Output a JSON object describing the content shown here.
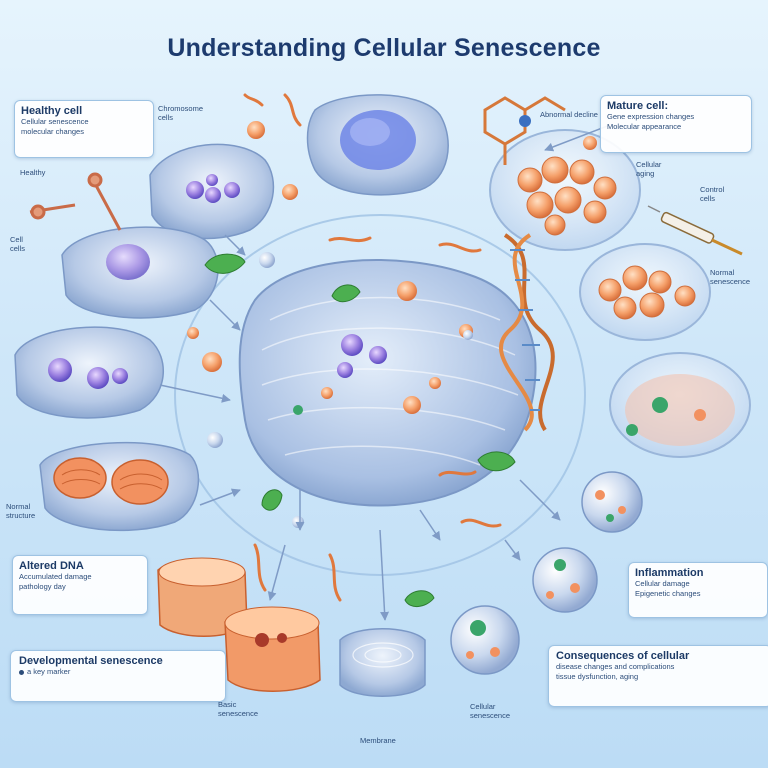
{
  "title": "Understanding Cellular Senescence",
  "callouts": {
    "healthy": {
      "heading": "Healthy cell",
      "body": [
        "Cellular senescence",
        "molecular changes"
      ]
    },
    "mature": {
      "heading": "Mature cell:",
      "body": [
        "Gene expression changes",
        "Molecular appearance"
      ]
    },
    "altered_dna": {
      "heading": "Altered DNA",
      "body": [
        "Accumulated damage",
        "pathology day"
      ]
    },
    "developmental": {
      "heading": "Developmental senescence",
      "body": [
        "a key marker"
      ]
    },
    "inflammation": {
      "heading": "Inflammation",
      "body": [
        "Cellular damage",
        "Epigenetic changes"
      ]
    },
    "consequences": {
      "heading": "Consequences of cellular",
      "body": [
        "disease changes and complications",
        "tissue dysfunction, aging"
      ]
    }
  },
  "labels": {
    "cell_upper_left": [
      "Cell",
      "cells"
    ],
    "healthy_small": [
      "Healthy"
    ],
    "center_top": [
      "Chromosome",
      "cells"
    ],
    "dna_upper": [
      "Abnormal decline"
    ],
    "cellular_aging": [
      "Cellular",
      "aging"
    ],
    "control_cells": [
      "Control",
      "cells"
    ],
    "normal_cells": [
      "Normal",
      "senescence"
    ],
    "nuclei_left": [
      "Normal",
      "structure"
    ],
    "bottom_cell_left": [
      "Basic",
      "senescence"
    ],
    "bottom_center": [
      "Membrane"
    ],
    "bottom_right": [
      "Cellular",
      "senescence"
    ]
  },
  "colors": {
    "accent": "#1d3b6e",
    "cell": "#c9d9ef",
    "tissue": "#f2a070",
    "nucleus": "#7f73d8",
    "leaf": "#4caf50"
  }
}
